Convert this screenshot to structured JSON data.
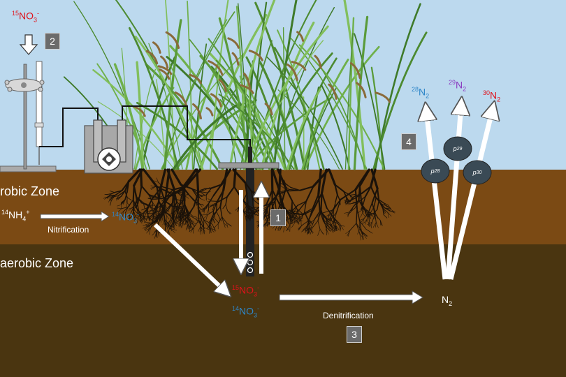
{
  "zones": {
    "aerobic": "robic Zone",
    "anaerobic": "aerobic Zone"
  },
  "steps": {
    "one": "1",
    "two": "2",
    "three": "3",
    "four": "4"
  },
  "processes": {
    "nitrification": "Nitrification",
    "denitrification": "Denitrification"
  },
  "species": {
    "nitrate_15_top": {
      "mass": "15",
      "formula": "NO",
      "sub": "3",
      "charge": "-"
    },
    "ammonium_14": {
      "mass": "14",
      "formula": "NH",
      "sub": "4",
      "charge": "+"
    },
    "nitrate_14_produced": {
      "mass": "14",
      "formula": "NO",
      "sub": "3",
      "charge": "-"
    },
    "nitrate_15_pool": {
      "mass": "15",
      "formula": "NO",
      "sub": "3",
      "charge": "-"
    },
    "nitrate_14_pool": {
      "mass": "14",
      "formula": "NO",
      "sub": "3",
      "charge": "-"
    },
    "n2_product": {
      "formula": "N",
      "sub": "2"
    },
    "n2_28": {
      "mass": "28",
      "formula": "N",
      "sub": "2"
    },
    "n2_29": {
      "mass": "29",
      "formula": "N",
      "sub": "2"
    },
    "n2_30": {
      "mass": "30",
      "formula": "N",
      "sub": "2"
    }
  },
  "flux_labels": {
    "p28": {
      "base": "p",
      "sub": "28"
    },
    "p29": {
      "base": "p",
      "sub": "29"
    },
    "p30": {
      "base": "p",
      "sub": "30"
    }
  },
  "colors": {
    "sky": "#bcd9ee",
    "aerobic_soil": "#7b4a14",
    "anaerobic_soil": "#4a3510",
    "nitrate_15": "#e0121b",
    "nitrate_14": "#2e86c8",
    "n2_28": "#2e86c8",
    "n2_29": "#8a3cc0",
    "n2_30": "#e0121b"
  }
}
